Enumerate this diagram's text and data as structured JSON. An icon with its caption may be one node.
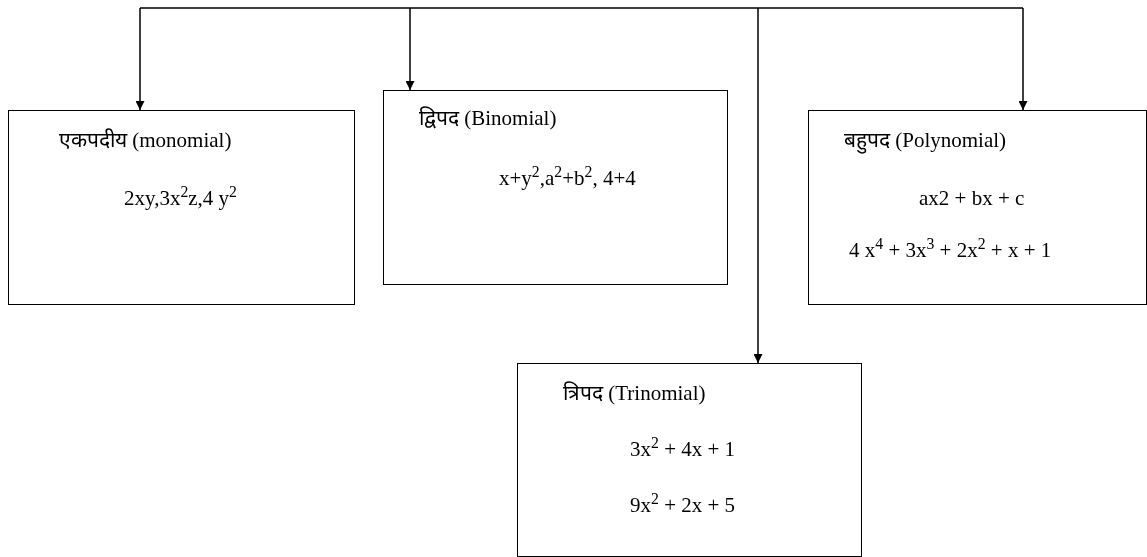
{
  "diagram": {
    "nodes": [
      {
        "text": [
          "एकपदीय (monomial)",
          "2xy,3x$^{2}$z,4 y$^{2}$"
        ]
      },
      {
        "text": [
          "द्विपद (Binomial)",
          "x+y$^{2}$,a$^{2}$+b$^{2}$, 4+4"
        ]
      },
      {
        "text": [
          "बहुपद (Polynomial)",
          "ax2 + bx + c",
          "4 x$^{4}$ + 3x$^{3}$ + 2x$^{2}$ + x + 1"
        ]
      },
      {
        "text": [
          "त्रिपद (Trinomial)",
          "3x$^{2}$ + 4x + 1",
          "9x$^{2}$ + 2x + 5"
        ]
      }
    ],
    "edges": [
      {
        "from": null,
        "to": 0,
        "arrow": "to"
      },
      {
        "from": null,
        "to": 1,
        "arrow": "to"
      },
      {
        "from": null,
        "to": 3,
        "arrow": "to"
      },
      {
        "from": null,
        "to": 2,
        "arrow": "to"
      }
    ]
  }
}
